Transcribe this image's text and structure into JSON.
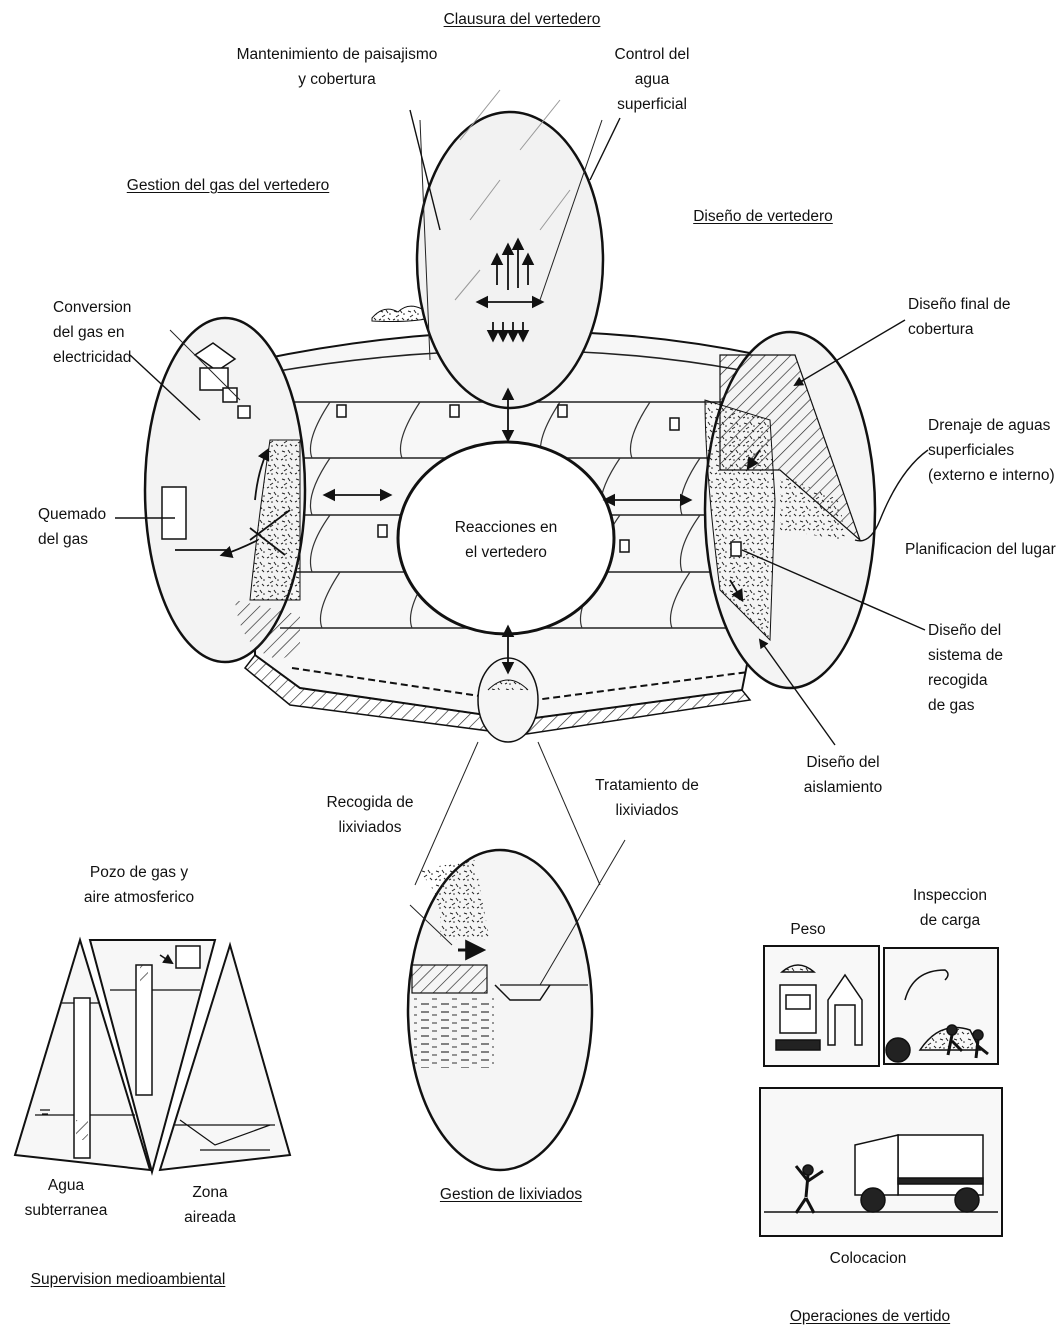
{
  "sections": {
    "clausura": "Clausura del vertedero",
    "gas": "Gestion del gas del vertedero",
    "diseno": "Diseño de vertedero",
    "lixiviados": "Gestion de lixiviados",
    "supervision": "Supervision medioambiental",
    "operaciones": "Operaciones de vertido"
  },
  "center": {
    "line1": "Reacciones en",
    "line2": "el vertedero"
  },
  "clausura_labels": {
    "mantenimiento": [
      "Mantenimiento de paisajismo",
      "y cobertura"
    ],
    "control": [
      "Control del",
      "agua",
      "superficial"
    ]
  },
  "gas_labels": {
    "conversion": [
      "Conversion",
      "del gas en",
      "electricidad"
    ],
    "quemado": [
      "Quemado",
      "del gas"
    ]
  },
  "diseno_labels": {
    "cobertura": [
      "Diseño final de",
      "cobertura"
    ],
    "drenaje": [
      "Drenaje de aguas",
      "superficiales",
      "(externo e interno)"
    ],
    "planificacion": "Planificacion del lugar",
    "recogida_gas": [
      "Diseño del",
      "sistema de",
      "recogida",
      "de gas"
    ],
    "aislamiento": [
      "Diseño del",
      "aislamiento"
    ]
  },
  "lixiviados_labels": {
    "recogida": [
      "Recogida de",
      "lixiviados"
    ],
    "tratamiento": [
      "Tratamiento de",
      "lixiviados"
    ]
  },
  "supervision_labels": {
    "pozo": [
      "Pozo de gas y",
      "aire atmosferico"
    ],
    "agua": [
      "Agua",
      "subterranea"
    ],
    "zona": [
      "Zona",
      "aireada"
    ]
  },
  "operaciones_labels": {
    "peso": "Peso",
    "inspeccion": [
      "Inspeccion",
      "de carga"
    ],
    "colocacion": "Colocacion"
  }
}
